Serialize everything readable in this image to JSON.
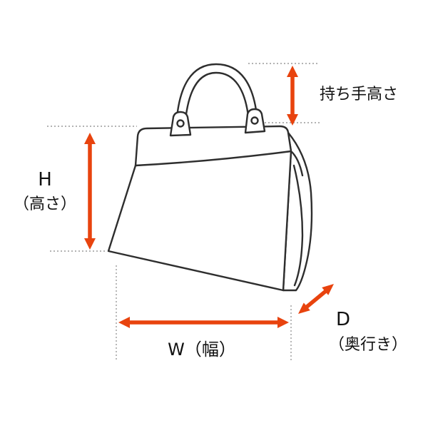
{
  "diagram": {
    "title": "bag-dimension-diagram",
    "labels": {
      "handle_height": "持ち手高さ",
      "height_abbr": "H",
      "height_full": "（高さ）",
      "width": "W（幅）",
      "depth_abbr": "D",
      "depth_full": "（奥行き）"
    },
    "colors": {
      "arrow": "#e8430e",
      "outline": "#2e2e2e",
      "guide": "#9a9a9a",
      "background": "#ffffff"
    }
  }
}
